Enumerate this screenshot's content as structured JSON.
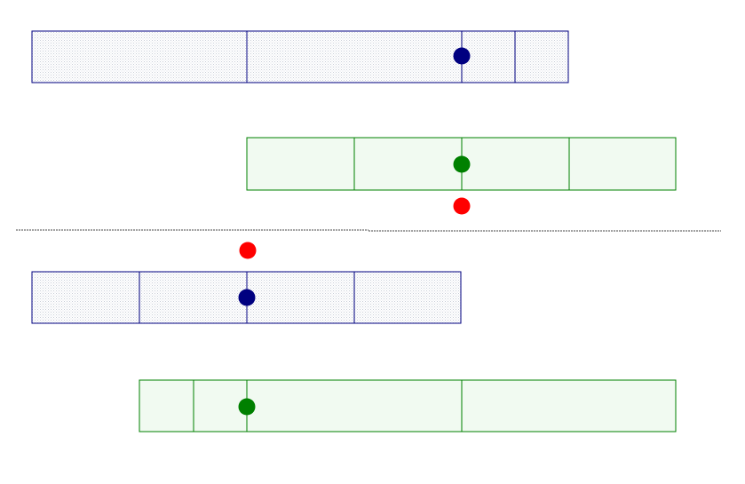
{
  "colors": {
    "blue_stroke": "#000080",
    "blue_fill_dots": "#cfd3dc",
    "green_stroke": "#008000",
    "green_fill": "#eef8ee",
    "red_dot": "#ff0000",
    "blue_dot": "#000080",
    "green_dot": "#008000",
    "divider": "#555555"
  },
  "diagram": {
    "top_section": {
      "blue_bar": {
        "segments": 4
      },
      "green_bar": {
        "segments": 4
      }
    },
    "bottom_section": {
      "blue_bar": {
        "segments": 4
      },
      "green_bar": {
        "segments": 4
      }
    }
  }
}
